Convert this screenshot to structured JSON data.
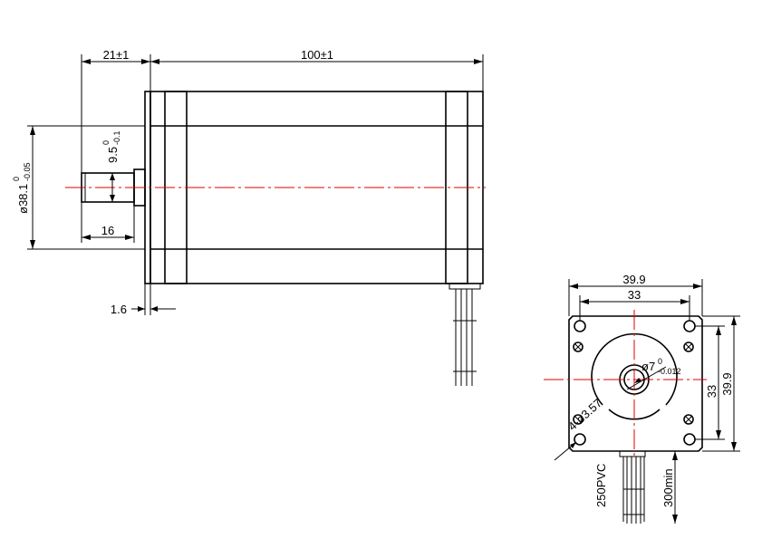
{
  "side_view": {
    "shaft_length_label": "21±1",
    "body_length_label": "100±1",
    "shaft_flat_label": "9.5",
    "shaft_flat_tol_upper": "0",
    "shaft_flat_tol_lower": "-0.1",
    "pilot_diameter_label": "ø38.1",
    "pilot_diameter_tol_upper": "0",
    "pilot_diameter_tol_lower": "-0.05",
    "flat_length_label": "16",
    "flange_thickness_label": "1.6"
  },
  "front_view": {
    "outer_width_label": "39.9",
    "hole_spacing_label": "33",
    "hole_spacing_vertical_label": "33",
    "outer_height_label": "39.9",
    "shaft_diameter_label": "ø7",
    "shaft_tol_upper": "0",
    "shaft_tol_lower": "-0.012",
    "hole_label": "4-ø3.57",
    "cable_label": "250PVC",
    "lead_length_label": "300min"
  },
  "colors": {
    "line": "#000000",
    "centerline": "#e00000",
    "background": "#ffffff"
  }
}
